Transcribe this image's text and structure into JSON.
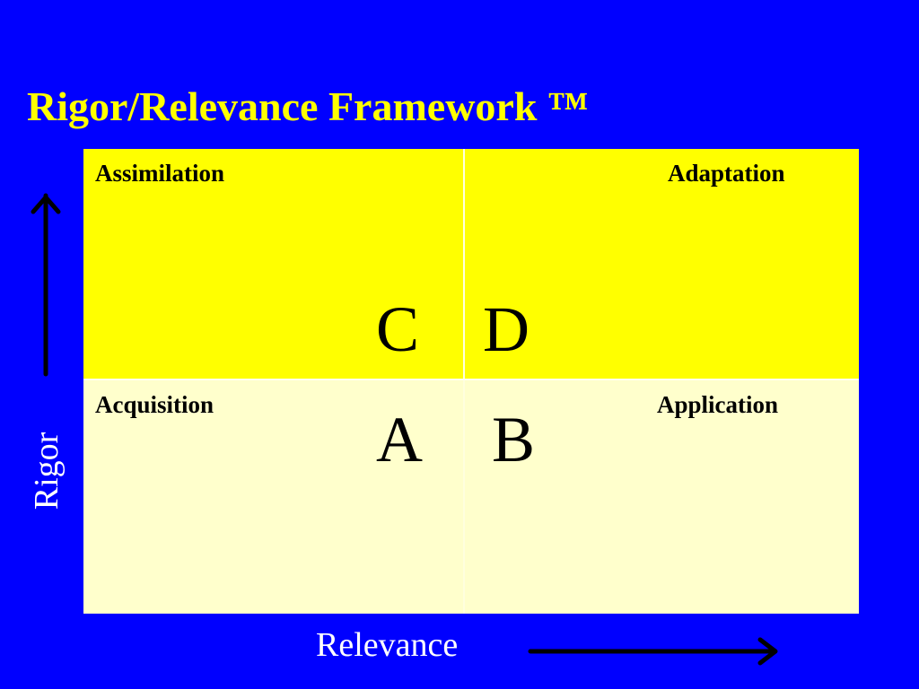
{
  "title": "Rigor/Relevance Framework ™",
  "quadrants": {
    "top_left": {
      "label": "Assimilation",
      "letter": "C"
    },
    "top_right": {
      "label": "Adaptation",
      "letter": "D"
    },
    "bottom_left": {
      "label": "Acquisition",
      "letter": "A"
    },
    "bottom_right": {
      "label": "Application",
      "letter": "B"
    }
  },
  "axes": {
    "vertical_label": "Rigor",
    "horizontal_label": "Relevance"
  },
  "colors": {
    "background": "#0000ff",
    "title": "#ffff00",
    "top_quadrants": "#ffff00",
    "bottom_quadrants": "#ffffcc",
    "axis_text": "#ffffff",
    "arrows": "#000000"
  },
  "icons": {
    "vertical_arrow": "arrow-up-icon",
    "horizontal_arrow": "arrow-right-icon"
  }
}
